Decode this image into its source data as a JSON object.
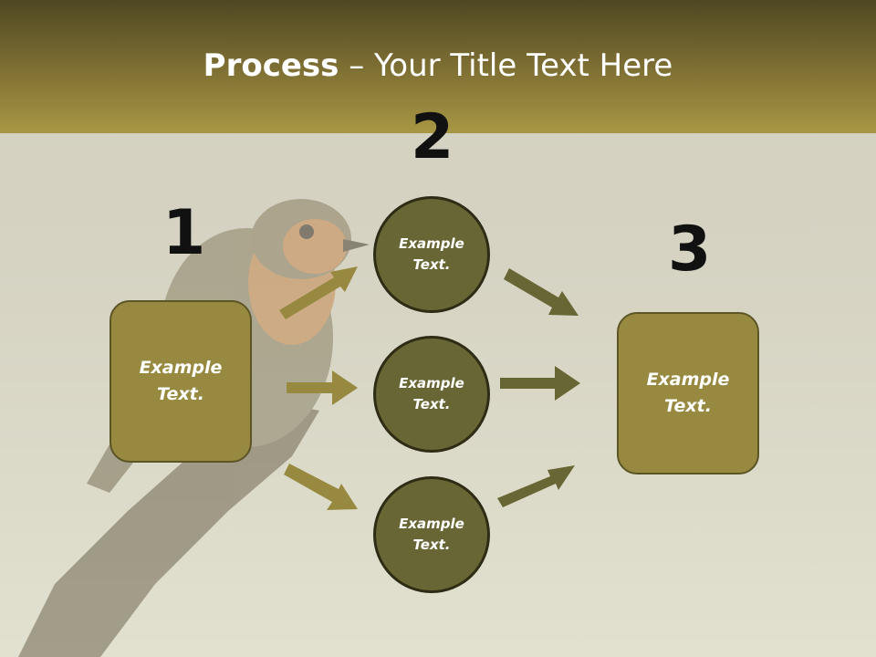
{
  "title": {
    "bold": "Process",
    "dash": " – ",
    "rest": "Your Title Text Here"
  },
  "steps": {
    "one": "1",
    "two": "2",
    "three": "3"
  },
  "left_box": {
    "line1": "Example",
    "line2": "Text."
  },
  "circles": [
    {
      "line1": "Example",
      "line2": "Text."
    },
    {
      "line1": "Example",
      "line2": "Text."
    },
    {
      "line1": "Example",
      "line2": "Text."
    }
  ],
  "right_box": {
    "line1": "Example",
    "line2": "Text."
  },
  "colors": {
    "header": "#786a31",
    "box_fill": "#978a40",
    "circle_fill": "#676634",
    "arrow_left": "#978a40",
    "arrow_right": "#676634"
  }
}
